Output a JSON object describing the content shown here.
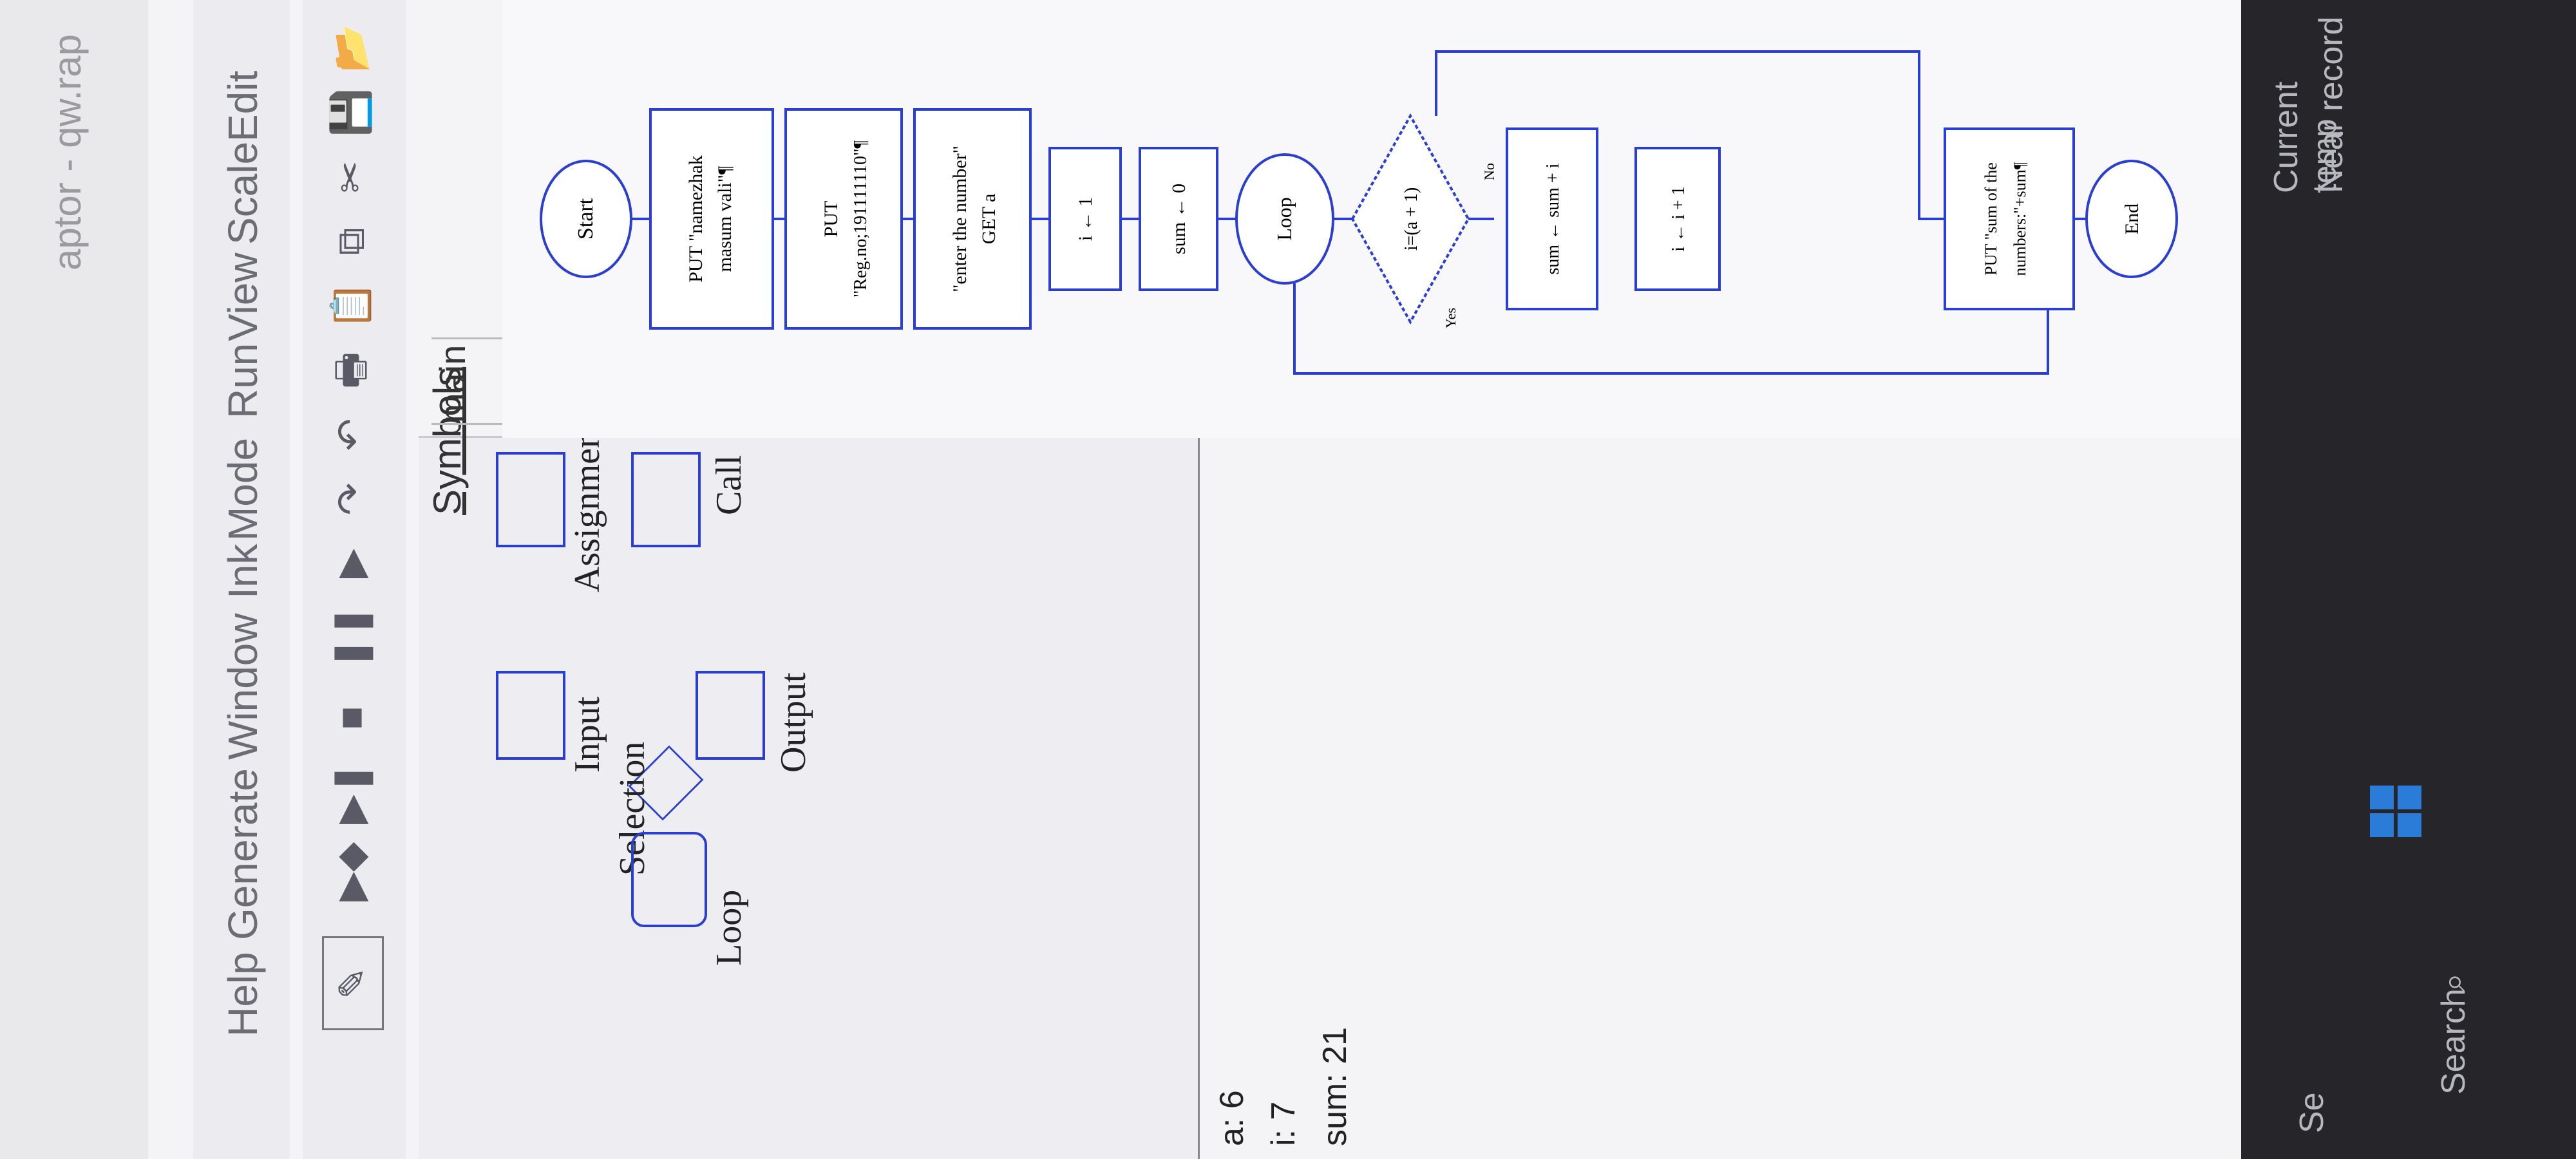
{
  "window": {
    "title": "aptor - qw.rap"
  },
  "menu": [
    "Edit",
    "Scale",
    "View",
    "Run",
    "Mode",
    "Ink",
    "Window",
    "Generate",
    "Help"
  ],
  "toolbar": {
    "icons": [
      "open-icon",
      "save-icon",
      "cut-icon",
      "copy-icon",
      "paste-icon",
      "print-icon",
      "undo-icon",
      "redo-icon",
      "play-icon",
      "pause-icon",
      "stop-icon",
      "step-icon",
      "test-icon",
      "pen-icon"
    ]
  },
  "symbols": {
    "title": "Symbols",
    "items": [
      "Assignment",
      "Call",
      "Input",
      "Output",
      "Selection",
      "Loop"
    ]
  },
  "watch": {
    "a": "a: 6",
    "i": "i: 7",
    "sum": "sum: 21"
  },
  "tab": {
    "main": "main"
  },
  "flowchart": {
    "start": "Start",
    "put1_l1": "PUT \"namezhak",
    "put1_l2": "masum vali\"¶",
    "put2_l1": "PUT",
    "put2_l2": "\"Reg.no;191111110\"¶",
    "get_l1": "\"enter the number\"",
    "get_l2": "GET a",
    "assign_i": "i ← 1",
    "assign_sum": "sum ← 0",
    "loop": "Loop",
    "condition": "i=(a + 1)",
    "yes": "Yes",
    "no": "No",
    "sum_update": "sum ← sum + i",
    "i_update": "i ← i + 1",
    "put3_l1": "PUT \"sum of the",
    "put3_l2": "numbers:\"+sum¶",
    "end": "End"
  },
  "taskbar": {
    "weather_l1": "Current temp",
    "weather_l2": "Near record",
    "search": "Search",
    "search_short": "Se"
  },
  "colors": {
    "flow": "#2a3fd0",
    "windows_blue": "#2b7cd8"
  }
}
